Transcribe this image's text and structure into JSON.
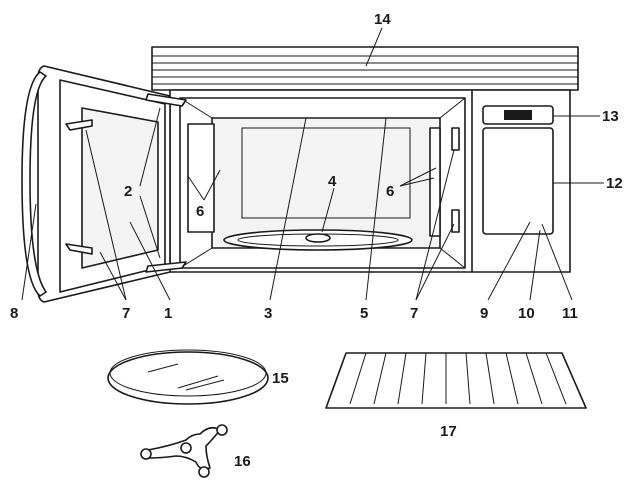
{
  "callouts": {
    "c1": "1",
    "c2": "2",
    "c3": "3",
    "c4": "4",
    "c5": "5",
    "c6a": "6",
    "c6b": "6",
    "c7a": "7",
    "c7b": "7",
    "c8": "8",
    "c9": "9",
    "c10": "10",
    "c11": "11",
    "c12": "12",
    "c13": "13",
    "c14": "14",
    "c15": "15",
    "c16": "16",
    "c17": "17"
  },
  "colors": {
    "line": "#1a1a1a",
    "background": "#ffffff"
  }
}
